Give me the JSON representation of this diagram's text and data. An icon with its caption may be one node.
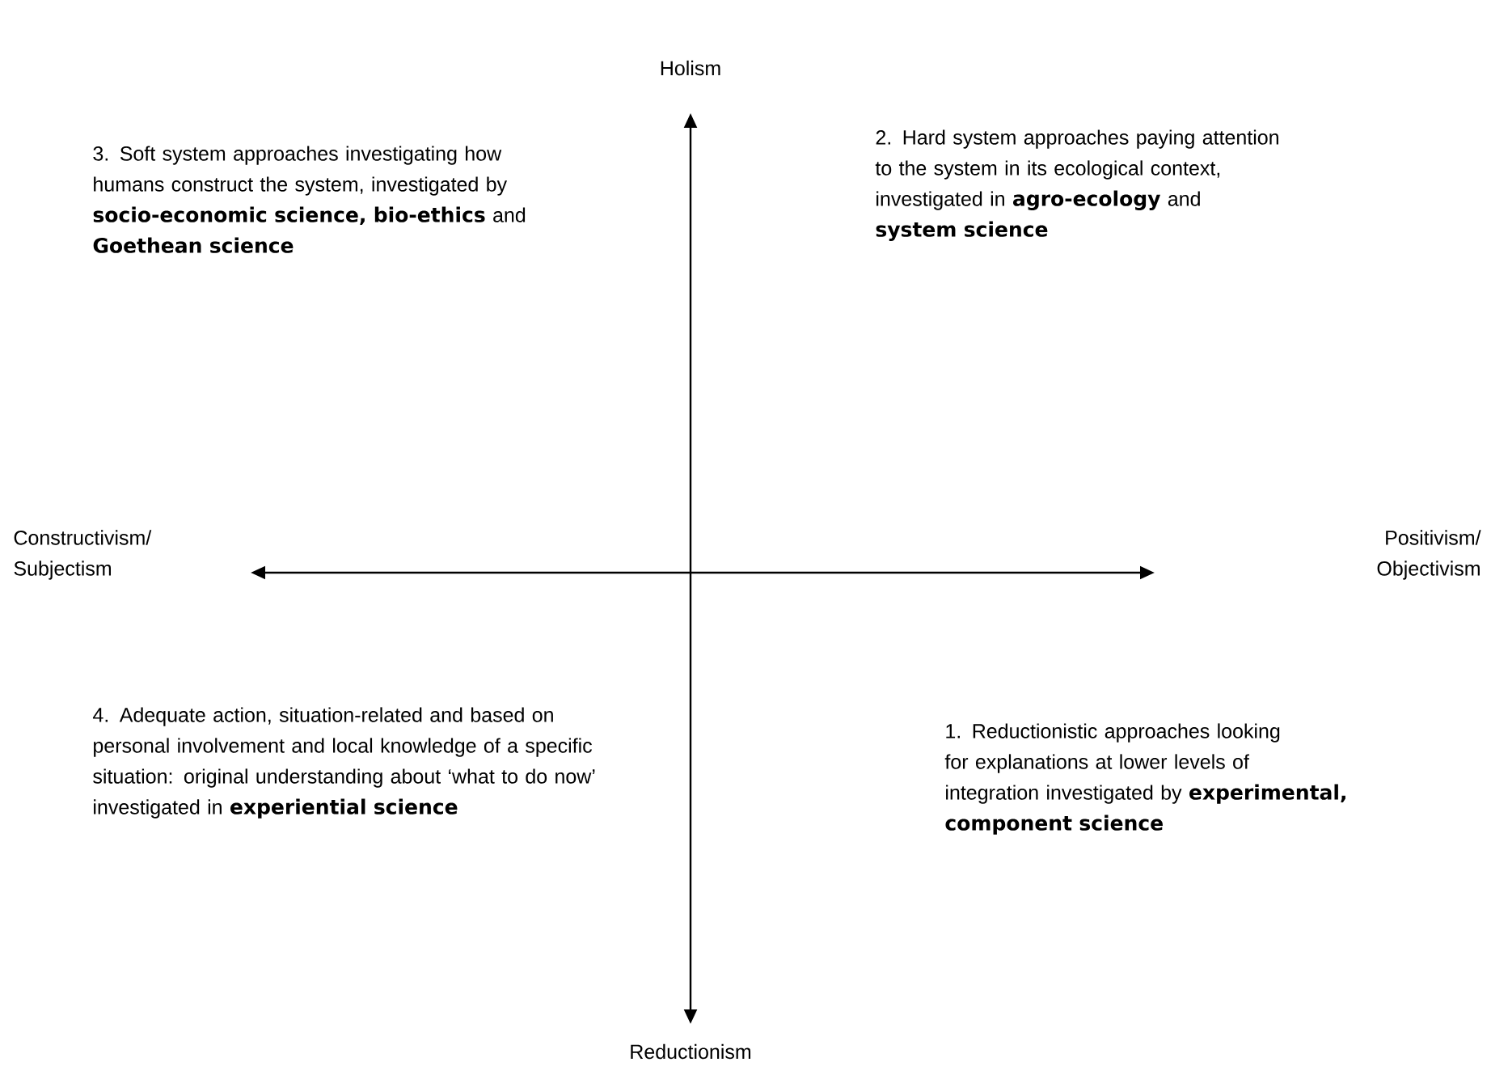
{
  "diagram": {
    "labels": [
      "Holism",
      "3. Soft system approaches investigating how humans construct the system, investigated by **socio-economic science, bio-ethics** and **Goethean science**",
      "2. Hard system approaches paying attention to the system in its ecological context, investigated in **agro-ecology** and **system science**",
      "Constructivism/ Subjectism",
      "Positivism/ Objectivism",
      "4. Adequate action, situation-related and based on personal involvement and local knowledge of a specific situation: original understanding about ‘what to do now’ investigated in **experiential science**",
      "1. Reductionistic approaches looking for explanations at lower levels of integration investigated by **experimental, component science**",
      "Reductionism"
    ]
  }
}
